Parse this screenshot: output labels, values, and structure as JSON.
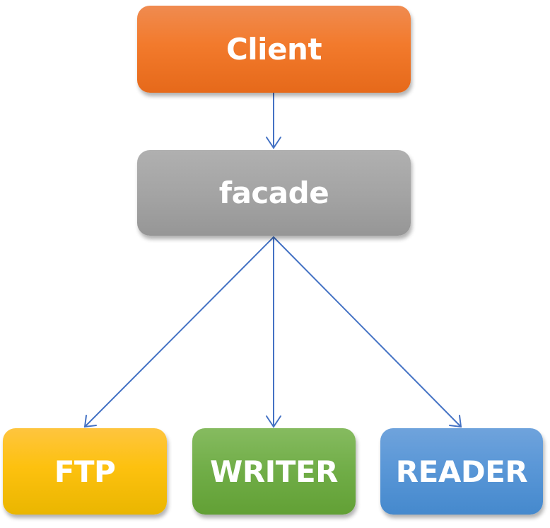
{
  "nodes": {
    "client": "Client",
    "facade": "facade",
    "ftp": "FTP",
    "writer": "WRITER",
    "reader": "READER"
  },
  "edges": [
    [
      "Client",
      "facade"
    ],
    [
      "facade",
      "FTP"
    ],
    [
      "facade",
      "WRITER"
    ],
    [
      "facade",
      "READER"
    ]
  ],
  "colors": {
    "arrow": "#4472c4",
    "client": "#f27a2c",
    "facade": "#a5a5a5",
    "ftp": "#fdc10f",
    "writer": "#70ad47",
    "reader": "#5b9bd5"
  }
}
